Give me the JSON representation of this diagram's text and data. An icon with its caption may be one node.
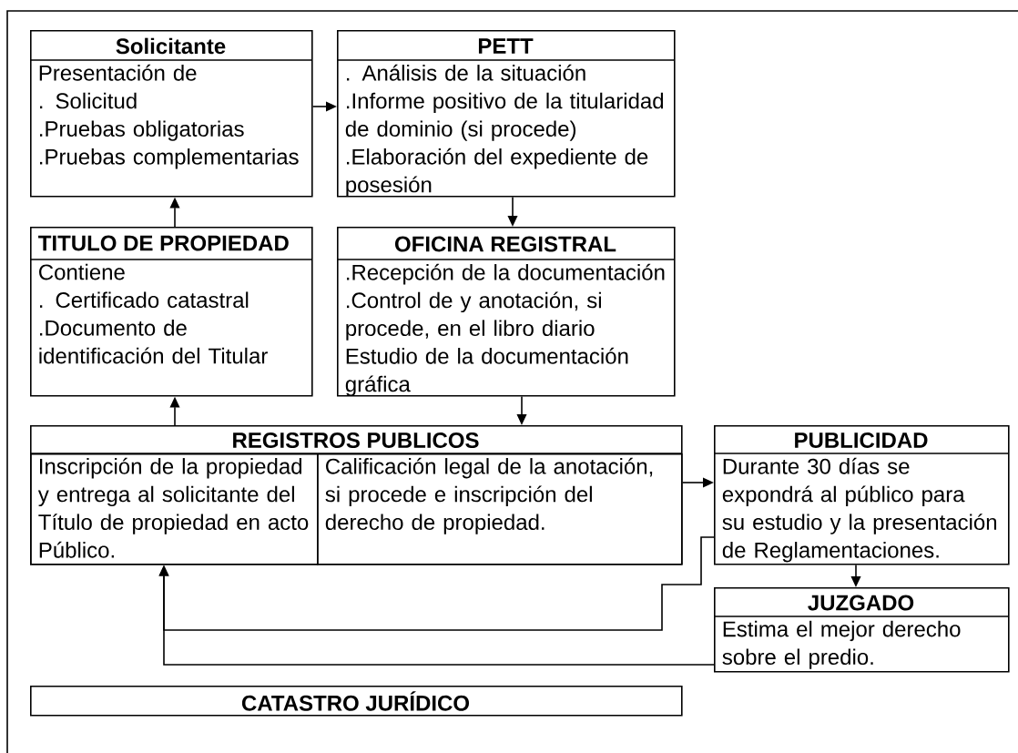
{
  "diagram": {
    "nodes": [
      {
        "text": [
          "Solicitante",
          "Presentación de",
          ". Solicitud",
          ".Pruebas obligatorias",
          ".Pruebas complementarias"
        ]
      },
      {
        "text": [
          "PETT",
          ". Análisis de la situación",
          ".Informe positivo de la titularidad de dominio (si procede)",
          ".Elaboración del expediente de posesión"
        ]
      },
      {
        "text": [
          "TITULO DE PROPIEDAD",
          "Contiene",
          ". Certificado catastral",
          ".Documento de identificación del Titular"
        ]
      },
      {
        "text": [
          "OFICINA REGISTRAL",
          ".Recepción de la documentación",
          ".Control de y anotación, si procede, en el libro diario",
          "Estudio de la documentación gráfica"
        ]
      },
      {
        "text": [
          "REGISTROS PUBLICOS"
        ]
      },
      {
        "text": [
          "Inscripción de la propiedad y entrega al solicitante del Título de propiedad en acto Público."
        ],
        "in": 4
      },
      {
        "text": [
          "Calificación legal de la anotación, si procede e inscripción del derecho de propiedad."
        ],
        "in": 4
      },
      {
        "text": [
          "PUBLICIDAD",
          "Durante 30 días se expondrá al público para su estudio y la presentación de Reglamentaciones."
        ]
      },
      {
        "text": [
          "JUZGADO",
          "Estima el mejor derecho sobre el predio."
        ]
      },
      {
        "text": [
          "CATASTRO JURÍDICO"
        ]
      }
    ],
    "edges": [
      {
        "from": 0,
        "to": 1,
        "arrow": "to"
      },
      {
        "from": 1,
        "to": 3,
        "arrow": "to"
      },
      {
        "from": 3,
        "to": 4,
        "arrow": "to"
      },
      {
        "from": 4,
        "to": 2,
        "arrow": "to"
      },
      {
        "from": 2,
        "to": 0,
        "arrow": "to"
      },
      {
        "from": 4,
        "to": 7,
        "arrow": "to"
      },
      {
        "from": 7,
        "to": 8,
        "arrow": "to"
      },
      {
        "from": 7,
        "to": 4,
        "arrow": "to"
      },
      {
        "from": 8,
        "to": 4,
        "arrow": "to"
      }
    ]
  }
}
